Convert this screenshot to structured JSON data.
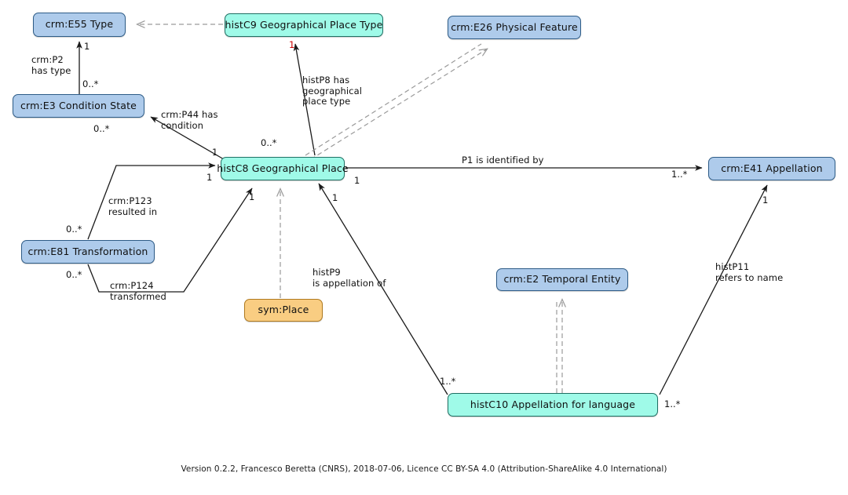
{
  "diagram": {
    "title": "histC8 Geographical Place",
    "colors": {
      "hist_class_fill": "#9ffae8",
      "crm_class_fill": "#aecbeb",
      "sym_class_fill": "#f9cd82",
      "edge_stroke": "#1a1a1a",
      "generalization_stroke": "#9a9a9a",
      "red_multiplicity": "#cc0000",
      "background": "#ffffff"
    },
    "nodes": [
      {
        "id": "e55",
        "label": "crm:E55 Type",
        "kind": "crm"
      },
      {
        "id": "c9",
        "label": "histC9 Geographical Place Type",
        "kind": "hist"
      },
      {
        "id": "e26",
        "label": "crm:E26 Physical Feature",
        "kind": "crm"
      },
      {
        "id": "e3",
        "label": "crm:E3 Condition State",
        "kind": "crm"
      },
      {
        "id": "c8",
        "label": "histC8 Geographical Place",
        "kind": "hist"
      },
      {
        "id": "e41",
        "label": "crm:E41 Appellation",
        "kind": "crm"
      },
      {
        "id": "e81",
        "label": "crm:E81 Transformation",
        "kind": "crm"
      },
      {
        "id": "symplace",
        "label": "sym:Place",
        "kind": "sym"
      },
      {
        "id": "e2",
        "label": "crm:E2 Temporal Entity",
        "kind": "crm"
      },
      {
        "id": "c10",
        "label": "histC10 Appellation for language",
        "kind": "hist"
      }
    ],
    "edges": [
      {
        "id": "p2",
        "label": "crm:P2\nhas type",
        "from": "e3",
        "to": "e55",
        "type": "association"
      },
      {
        "id": "p44",
        "label": "crm:P44 has\ncondition",
        "from": "c8",
        "to": "e3",
        "type": "association"
      },
      {
        "id": "p8",
        "label": "histP8 has\ngeographical\nplace type",
        "from": "c8",
        "to": "c9",
        "type": "association"
      },
      {
        "id": "p1",
        "label": "P1 is identified by",
        "from": "c8",
        "to": "e41",
        "type": "association"
      },
      {
        "id": "p123",
        "label": "crm:P123\nresulted in",
        "from": "e81",
        "to": "c8",
        "type": "association"
      },
      {
        "id": "p124",
        "label": "crm:P124\ntransformed",
        "from": "e81",
        "to": "c8",
        "type": "association"
      },
      {
        "id": "p9",
        "label": "histP9\nis appellation of",
        "from": "c10",
        "to": "c8",
        "type": "association"
      },
      {
        "id": "p11",
        "label": "histP11\nrefers to name",
        "from": "c10",
        "to": "e41",
        "type": "association"
      },
      {
        "id": "gen-c9-e55",
        "label": "",
        "from": "c9",
        "to": "e55",
        "type": "generalization"
      },
      {
        "id": "gen-c8-e26",
        "label": "",
        "from": "c8",
        "to": "e26",
        "type": "generalization"
      },
      {
        "id": "gen-sym-c8",
        "label": "",
        "from": "symplace",
        "to": "c8",
        "type": "generalization"
      },
      {
        "id": "gen-c10-e2",
        "label": "",
        "from": "c10",
        "to": "e2",
        "type": "generalization"
      }
    ],
    "multiplicities": [
      {
        "id": "m-p2-target",
        "text": "1",
        "edge": "p2"
      },
      {
        "id": "m-p2-source",
        "text": "0..*",
        "edge": "p2"
      },
      {
        "id": "m-p44-target",
        "text": "0..*",
        "edge": "p44"
      },
      {
        "id": "m-p44-source",
        "text": "1",
        "edge": "p44"
      },
      {
        "id": "m-p8-target",
        "text": "1",
        "edge": "p8",
        "red": true
      },
      {
        "id": "m-p8-source",
        "text": "0..*",
        "edge": "p8"
      },
      {
        "id": "m-p1-source",
        "text": "1",
        "edge": "p1"
      },
      {
        "id": "m-p1-target",
        "text": "1..*",
        "edge": "p1"
      },
      {
        "id": "m-p123-source",
        "text": "0..*",
        "edge": "p123"
      },
      {
        "id": "m-p123-target",
        "text": "1",
        "edge": "p123"
      },
      {
        "id": "m-p124-source",
        "text": "0..*",
        "edge": "p124"
      },
      {
        "id": "m-p124-target",
        "text": "1",
        "edge": "p124"
      },
      {
        "id": "m-p9-source",
        "text": "1..*",
        "edge": "p9"
      },
      {
        "id": "m-p9-target",
        "text": "1",
        "edge": "p9"
      },
      {
        "id": "m-p11-source",
        "text": "1..*",
        "edge": "p11"
      },
      {
        "id": "m-p11-target",
        "text": "1",
        "edge": "p11"
      }
    ],
    "footer": "Version 0.2.2, Francesco Beretta (CNRS), 2018-07-06, Licence CC BY-SA 4.0 (Attribution-ShareAlike 4.0 International)"
  }
}
